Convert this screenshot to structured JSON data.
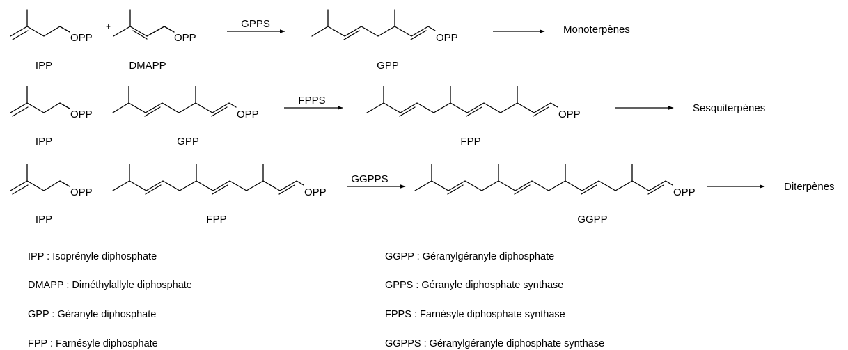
{
  "rows": [
    {
      "reactant1": {
        "group": "OPP",
        "label": "IPP"
      },
      "plus": "+",
      "reactant2": {
        "group": "OPP",
        "label": "DMAPP"
      },
      "enzyme": "GPPS",
      "product": {
        "group": "OPP",
        "label": "GPP"
      },
      "outcome": "Monoterpènes"
    },
    {
      "reactant1": {
        "group": "OPP",
        "label": "IPP"
      },
      "reactant2": {
        "group": "OPP",
        "label": "GPP"
      },
      "enzyme": "FPPS",
      "product": {
        "group": "OPP",
        "label": "FPP"
      },
      "outcome": "Sesquiterpènes"
    },
    {
      "reactant1": {
        "group": "OPP",
        "label": "IPP"
      },
      "reactant2": {
        "group": "OPP",
        "label": "FPP"
      },
      "enzyme": "GGPPS",
      "product": {
        "group": "OPP",
        "label": "GGPP"
      },
      "outcome": "Diterpènes"
    }
  ],
  "glossary": {
    "left": [
      "IPP : Isoprényle diphosphate",
      "DMAPP : Diméthylallyle diphosphate",
      "GPP : Géranyle diphosphate",
      "FPP : Farnésyle diphosphate"
    ],
    "right": [
      "GGPP : Géranylgéranyle diphosphate",
      "GPPS : Géranyle diphosphate synthase",
      "FPPS : Farnésyle diphosphate synthase",
      "GGPPS : Géranylgéranyle diphosphate synthase"
    ]
  }
}
